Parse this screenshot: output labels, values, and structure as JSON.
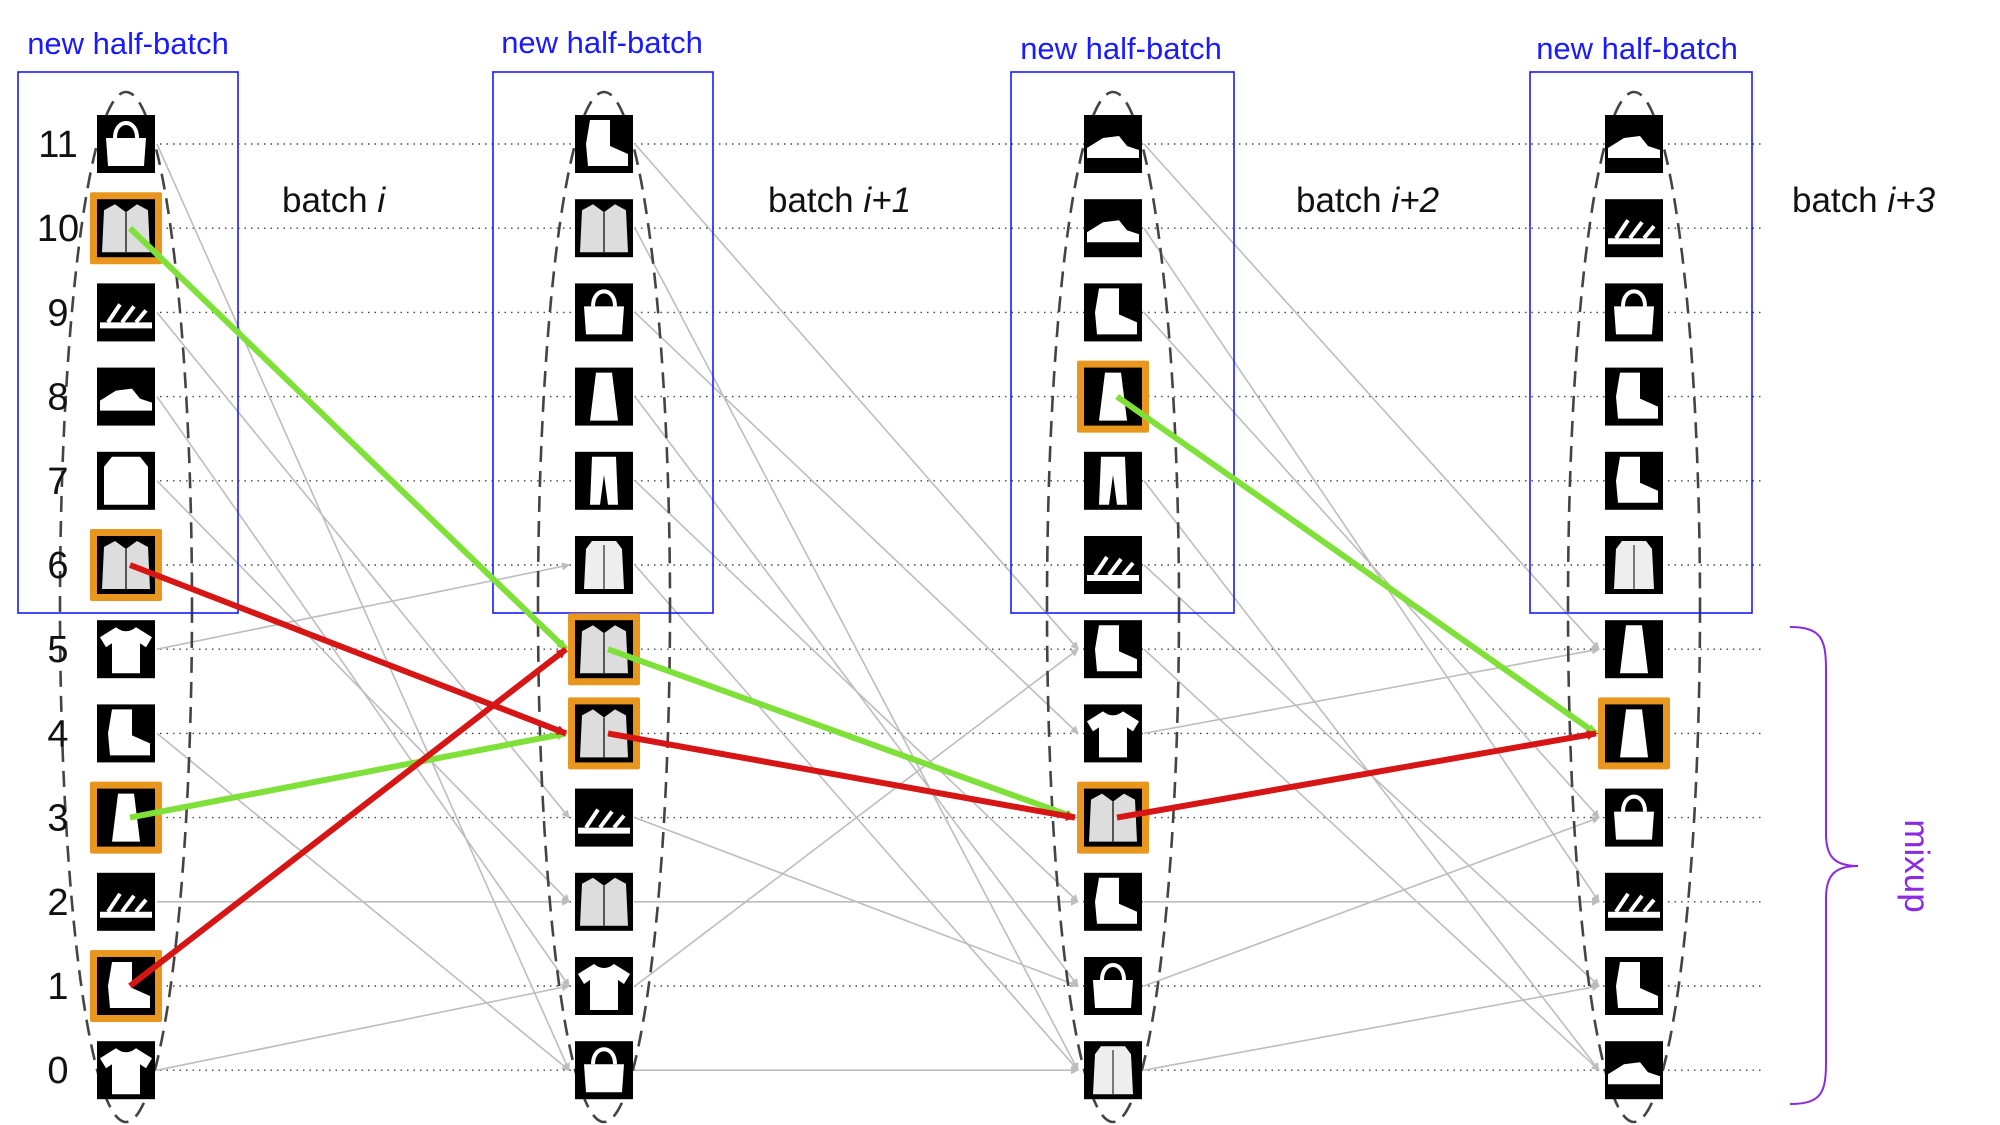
{
  "diagram": {
    "half_batch_label": "new half-batch",
    "batch_labels": [
      {
        "prefix": "batch ",
        "index": "i"
      },
      {
        "prefix": "batch ",
        "index": "i+1"
      },
      {
        "prefix": "batch ",
        "index": "i+2"
      },
      {
        "prefix": "batch ",
        "index": "i+3"
      }
    ],
    "row_numbers": [
      "11",
      "10",
      "9",
      "8",
      "7",
      "6",
      "5",
      "4",
      "3",
      "2",
      "1",
      "0"
    ],
    "mixup_label": "mixup",
    "colors": {
      "half_batch_box": "#1a1aff",
      "highlight": "#e8961e",
      "green_arrow": "#7fe03a",
      "red_arrow": "#d61515",
      "gray_line": "#bdbdbd",
      "ellipse": "#444444",
      "mixup": "#8a2be2"
    },
    "icons": [
      [
        "bag-icon",
        "shirt-icon",
        "sandal-icon",
        "sneaker-icon",
        "pullover-icon",
        "shirt-icon",
        "tshirt-icon",
        "ankle-boot-icon",
        "dress-icon",
        "sandal-icon",
        "ankle-boot-icon",
        "tshirt-icon"
      ],
      [
        "ankle-boot-icon",
        "shirt-icon",
        "bag-icon",
        "dress-icon",
        "trouser-icon",
        "coat-icon",
        "shirt-icon",
        "shirt-icon",
        "sandal-icon",
        "shirt-icon",
        "tshirt-icon",
        "bag-icon"
      ],
      [
        "sneaker-icon",
        "sneaker-icon",
        "ankle-boot-icon",
        "dress-icon",
        "trouser-icon",
        "sandal-icon",
        "ankle-boot-icon",
        "tshirt-icon",
        "shirt-icon",
        "ankle-boot-icon",
        "bag-icon",
        "coat-icon"
      ],
      [
        "sneaker-icon",
        "sandal-icon",
        "bag-icon",
        "ankle-boot-icon",
        "ankle-boot-icon",
        "coat-icon",
        "dress-icon",
        "dress-icon",
        "bag-icon",
        "sandal-icon",
        "ankle-boot-icon",
        "sneaker-icon"
      ]
    ],
    "highlighted": [
      [
        10,
        6,
        3,
        1
      ],
      [
        5,
        4
      ],
      [
        8,
        3
      ],
      [
        4
      ]
    ],
    "green_arrows": [
      [
        0,
        10,
        1,
        5
      ],
      [
        0,
        3,
        1,
        4
      ],
      [
        1,
        5,
        2,
        3
      ],
      [
        2,
        8,
        3,
        4
      ]
    ],
    "red_arrows": [
      [
        0,
        6,
        1,
        4
      ],
      [
        0,
        1,
        1,
        5
      ],
      [
        1,
        4,
        2,
        3
      ],
      [
        2,
        3,
        3,
        4
      ]
    ],
    "gray_links": [
      [
        0,
        11,
        1,
        0
      ],
      [
        0,
        9,
        1,
        3
      ],
      [
        0,
        8,
        1,
        1
      ],
      [
        0,
        7,
        1,
        2
      ],
      [
        0,
        5,
        1,
        6
      ],
      [
        0,
        4,
        1,
        0
      ],
      [
        0,
        2,
        1,
        2
      ],
      [
        0,
        0,
        1,
        1
      ],
      [
        1,
        11,
        2,
        5
      ],
      [
        1,
        10,
        2,
        0
      ],
      [
        1,
        9,
        2,
        4
      ],
      [
        1,
        8,
        2,
        1
      ],
      [
        1,
        7,
        2,
        2
      ],
      [
        1,
        6,
        2,
        0
      ],
      [
        1,
        3,
        2,
        1
      ],
      [
        1,
        2,
        2,
        2
      ],
      [
        1,
        1,
        2,
        5
      ],
      [
        1,
        0,
        2,
        0
      ],
      [
        2,
        11,
        3,
        5
      ],
      [
        2,
        10,
        3,
        2
      ],
      [
        2,
        9,
        3,
        3
      ],
      [
        2,
        7,
        3,
        0
      ],
      [
        2,
        6,
        3,
        1
      ],
      [
        2,
        5,
        3,
        0
      ],
      [
        2,
        4,
        3,
        5
      ],
      [
        2,
        2,
        3,
        2
      ],
      [
        2,
        1,
        3,
        3
      ],
      [
        2,
        0,
        3,
        1
      ]
    ]
  }
}
